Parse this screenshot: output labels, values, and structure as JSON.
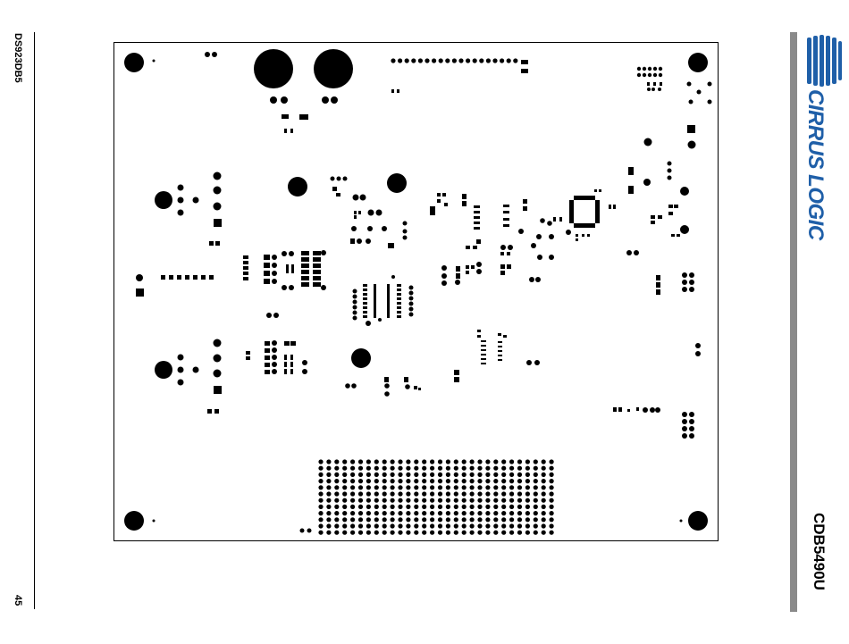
{
  "header": {
    "doc_id": "DS923DB5",
    "page_number": "45"
  },
  "brand": {
    "logo_text": "CIRRUS LOGIC",
    "logo_icon": "cirrus-logic-stripes-logo",
    "color": "#1f5fa8"
  },
  "document": {
    "board_title": "CDB5490U"
  },
  "figure": {
    "kind": "pcb-solder-mask-layer"
  }
}
